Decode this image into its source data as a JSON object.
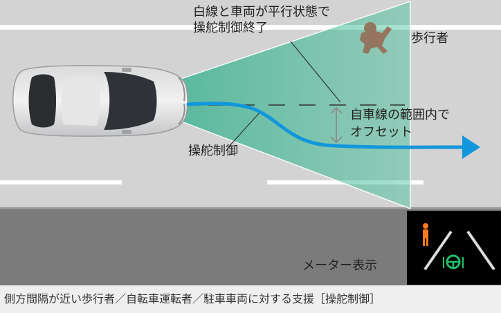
{
  "labels": {
    "end_condition_line1": "白線と車両が平行状態で",
    "end_condition_line2": "操舵制御終了",
    "pedestrian": "歩行者",
    "offset_line1": "自車線の範囲内で",
    "offset_line2": "オフセット",
    "steering_control": "操舵制御",
    "meter_display": "メーター表示"
  },
  "caption": "側方間隔が近い歩行者／自転車運転者／駐車車両に対する支援［操舵制御］",
  "colors": {
    "road": "#d3d3d3",
    "lane_marking": "#ffffff",
    "shoulder": "#7b7b7b",
    "detection_area": "#2db38e",
    "trajectory": "#1296dc",
    "pedestrian": "#e8332c",
    "meter_background": "#000000",
    "meter_pedestrian": "#ff7a1a",
    "meter_steering_icon": "#22c06a",
    "caption_background": "#efefef"
  },
  "icons": {
    "car": "car-top-view-icon",
    "pedestrian": "pedestrian-figure-icon",
    "meter_pedestrian": "pedestrian-warning-icon",
    "meter_steering": "steering-wheel-icon",
    "offset": "double-arrow-vertical-icon"
  }
}
